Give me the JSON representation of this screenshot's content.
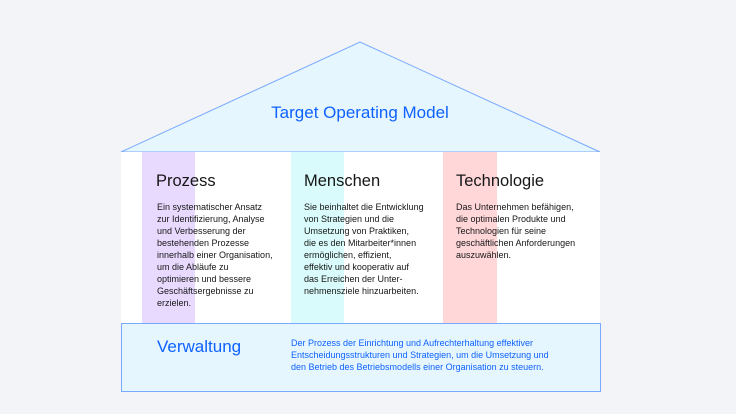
{
  "roof": {
    "title": "Target Operating Model"
  },
  "pillars": [
    {
      "id": "prozess",
      "title": "Prozess",
      "text": "Ein systematischer Ansatz\nzur Identifizierung, Analyse\nund Verbesserung der\nbestehenden Prozesse\ninnerhalb einer Organisation,\num die Abläufe zu\noptimieren und bessere\nGeschäftsergebnisse zu\nerzielen.",
      "color": "#e8daff"
    },
    {
      "id": "menschen",
      "title": "Menschen",
      "text": "Sie beinhaltet die Entwicklung\nvon Strategien und die\nUmsetzung von Praktiken,\ndie es den Mitarbeiter*innen\nermöglichen, effizient,\neffektiv und kooperativ auf\ndas Erreichen der Unter-\nnehmensziele hinzuarbeiten.",
      "color": "#d9fbfb"
    },
    {
      "id": "technologie",
      "title": "Technologie",
      "text": "Das Unternehmen befähigen,\ndie optimalen Produkte und\nTechnologien für seine\ngeschäftlichen Anforderungen\nauszuwählen.",
      "color": "#ffd7d9"
    }
  ],
  "base": {
    "title": "Verwaltung",
    "text": "Der Prozess der Einrichtung und Aufrechterhaltung effektiver\nEntscheidungsstrukturen und Strategien, um die Umsetzung und\nden Betrieb des Betriebsmodells einer Organisation zu steuern."
  },
  "colors": {
    "accent": "#0f62fe",
    "roof_fill": "#e5f6ff",
    "roof_stroke": "#78a9ff",
    "background": "#f2f4f8"
  }
}
